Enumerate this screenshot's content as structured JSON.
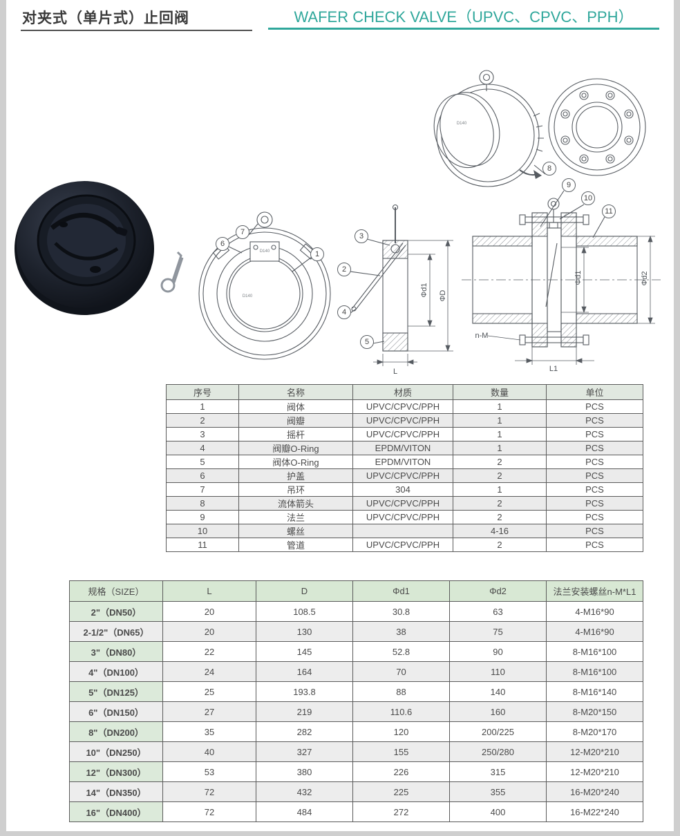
{
  "accent_color": "#2fa79b",
  "header": {
    "title_zh": "对夹式（单片式）止回阀",
    "title_en": "WAFER CHECK VALVE（UPVC、CPVC、PPH）"
  },
  "diagram": {
    "callouts": [
      "1",
      "2",
      "3",
      "4",
      "5",
      "6",
      "7",
      "8",
      "9",
      "10",
      "11"
    ],
    "dims": {
      "phi_d1": "Φd1",
      "phi_D": "ΦD",
      "L": "L",
      "phi_d2": "Φd2",
      "L1": "L1",
      "n_M": "n-M"
    },
    "disc_mark": "D140"
  },
  "parts_table": {
    "headers": [
      "序号",
      "名称",
      "材质",
      "数量",
      "单位"
    ],
    "rows": [
      [
        "1",
        "阀体",
        "UPVC/CPVC/PPH",
        "1",
        "PCS"
      ],
      [
        "2",
        "阀瓣",
        "UPVC/CPVC/PPH",
        "1",
        "PCS"
      ],
      [
        "3",
        "摇杆",
        "UPVC/CPVC/PPH",
        "1",
        "PCS"
      ],
      [
        "4",
        "阀瓣O-Ring",
        "EPDM/VITON",
        "1",
        "PCS"
      ],
      [
        "5",
        "阀体O-Ring",
        "EPDM/VITON",
        "2",
        "PCS"
      ],
      [
        "6",
        "护盖",
        "UPVC/CPVC/PPH",
        "2",
        "PCS"
      ],
      [
        "7",
        "吊环",
        "304",
        "1",
        "PCS"
      ],
      [
        "8",
        "流体箭头",
        "UPVC/CPVC/PPH",
        "2",
        "PCS"
      ],
      [
        "9",
        "法兰",
        "UPVC/CPVC/PPH",
        "2",
        "PCS"
      ],
      [
        "10",
        "螺丝",
        "",
        "4-16",
        "PCS"
      ],
      [
        "11",
        "管道",
        "UPVC/CPVC/PPH",
        "2",
        "PCS"
      ]
    ]
  },
  "size_table": {
    "headers": [
      "规格（SIZE）",
      "L",
      "D",
      "Φd1",
      "Φd2",
      "法兰安装螺丝n-M*L1"
    ],
    "rows": [
      [
        "2\"（DN50）",
        "20",
        "108.5",
        "30.8",
        "63",
        "4-M16*90"
      ],
      [
        "2-1/2\"（DN65）",
        "20",
        "130",
        "38",
        "75",
        "4-M16*90"
      ],
      [
        "3\"（DN80）",
        "22",
        "145",
        "52.8",
        "90",
        "8-M16*100"
      ],
      [
        "4\"（DN100）",
        "24",
        "164",
        "70",
        "110",
        "8-M16*100"
      ],
      [
        "5\"（DN125）",
        "25",
        "193.8",
        "88",
        "140",
        "8-M16*140"
      ],
      [
        "6\"（DN150）",
        "27",
        "219",
        "110.6",
        "160",
        "8-M20*150"
      ],
      [
        "8\"（DN200）",
        "35",
        "282",
        "120",
        "200/225",
        "8-M20*170"
      ],
      [
        "10\"（DN250）",
        "40",
        "327",
        "155",
        "250/280",
        "12-M20*210"
      ],
      [
        "12\"（DN300）",
        "53",
        "380",
        "226",
        "315",
        "12-M20*210"
      ],
      [
        "14\"（DN350）",
        "72",
        "432",
        "225",
        "355",
        "16-M20*240"
      ],
      [
        "16\"（DN400）",
        "72",
        "484",
        "272",
        "400",
        "16-M22*240"
      ]
    ]
  }
}
